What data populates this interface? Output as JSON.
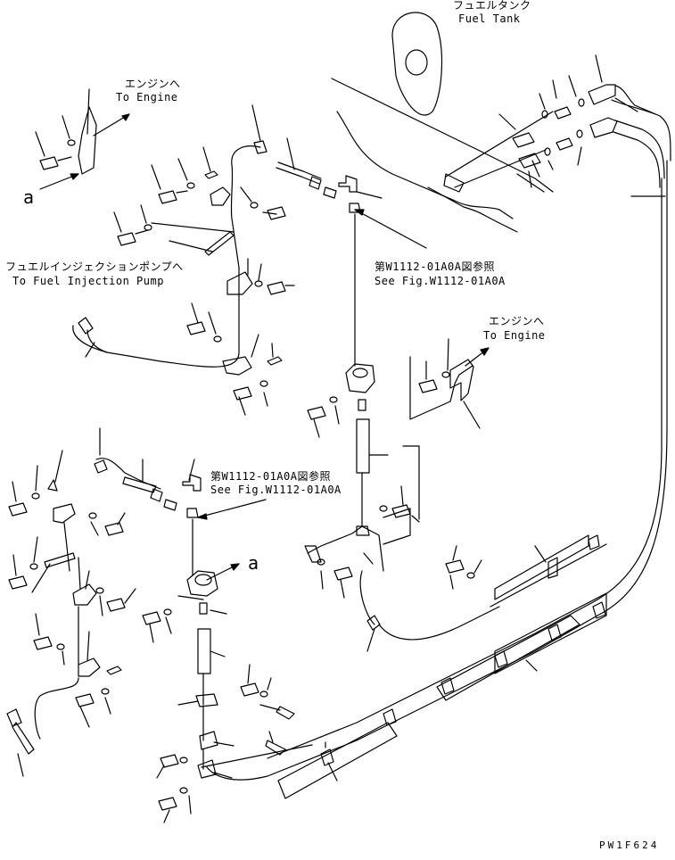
{
  "labels": {
    "fuel_tank_jp": "フュエルタンク",
    "fuel_tank_en": "Fuel Tank",
    "to_engine_1_jp": "エンジンへ",
    "to_engine_1_en": "To Engine",
    "ref_a_left": "a",
    "injection_pump_jp": "フュエルインジェクションポンプへ",
    "injection_pump_en": "To Fuel Injection Pump",
    "see_fig_1_jp": "第W1112-01A0A図参照",
    "see_fig_1_en": "See Fig.W1112-01A0A",
    "to_engine_2_jp": "エンジンへ",
    "to_engine_2_en": "To Engine",
    "see_fig_2_jp": "第W1112-01A0A図参照",
    "see_fig_2_en": "See Fig.W1112-01A0A",
    "ref_a_right": "a",
    "drawing_code": "PW1F624"
  },
  "colors": {
    "line": "#000000",
    "background": "#ffffff"
  }
}
